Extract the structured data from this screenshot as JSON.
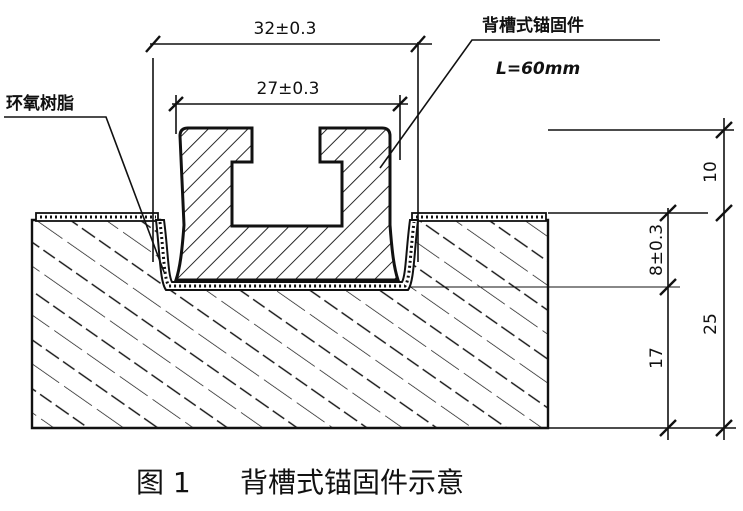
{
  "labels": {
    "dim_outer_width": "32±0.3",
    "dim_inner_width": "27±0.3",
    "anchor_name": "背槽式锚固件",
    "anchor_length": "L=60mm",
    "epoxy": "环氧树脂",
    "dim_top": "10",
    "dim_depth": "8±0.3",
    "dim_bottom": "17",
    "dim_total": "25",
    "caption_number": "图 1",
    "caption_text": "背槽式锚固件示意"
  },
  "colors": {
    "ink": "#111111",
    "background": "#ffffff"
  }
}
